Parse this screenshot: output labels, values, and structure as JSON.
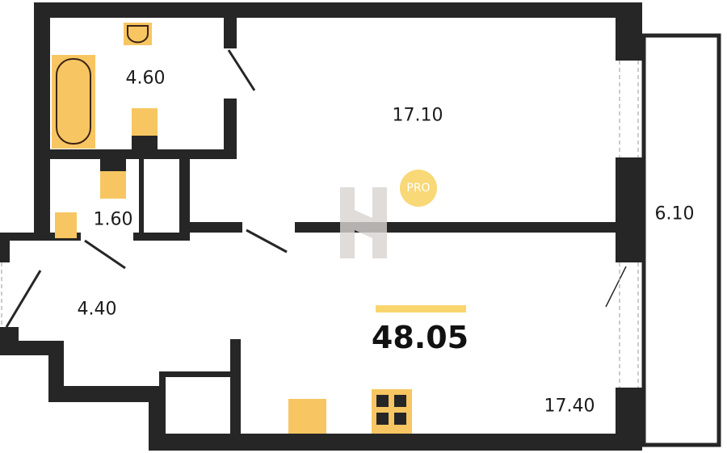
{
  "rooms": {
    "bathroom": "4.60",
    "room": "17.10",
    "wc": "1.60",
    "balcony": "6.10",
    "hall": "4.40",
    "kitchen_living": "17.40"
  },
  "total_area": "48.05",
  "badge": "PRO",
  "colors": {
    "wall": "#262626",
    "fixture": "#f7c662",
    "accent": "#f9d56e"
  }
}
